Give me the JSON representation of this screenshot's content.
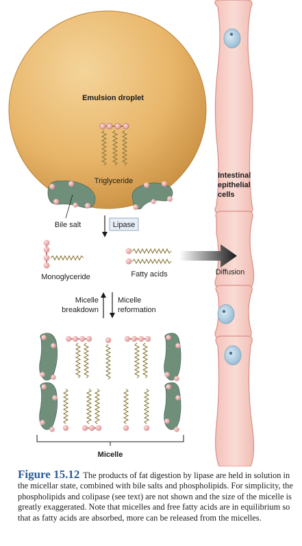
{
  "labels": {
    "emulsion_droplet": "Emulsion droplet",
    "triglyceride": "Triglyceride",
    "bile_salt": "Bile salt",
    "lipase": "Lipase",
    "monoglyceride": "Monoglyceride",
    "fatty_acids": "Fatty acids",
    "diffusion": "Diffusion",
    "cells_line1": "Intestinal",
    "cells_line2": "epithelial",
    "cells_line3": "cells",
    "micelle_breakdown_1": "Micelle",
    "micelle_breakdown_2": "breakdown",
    "micelle_reformation_1": "Micelle",
    "micelle_reformation_2": "reformation",
    "micelle": "Micelle"
  },
  "caption": {
    "figure_label": "Figure 15.12",
    "text": "The products of fat digestion by lipase are held in solution in the micellar state, combined with bile salts and phospholipids. For simplicity, the phospholipids and colipase (see text) are not shown and the size of the micelle is greatly exaggerated. Note that micelles and free fatty acids are in equilibrium so that as fatty acids are absorbed, more can be released from the micelles."
  },
  "colors": {
    "droplet": "#e8b66a",
    "cell_fill": "#f7d3cc",
    "cell_stroke": "#d88f86",
    "nucleus": "#a8c8de",
    "bile_salt": "#6f8f7a",
    "head": "#e3a2a0",
    "chain": "#8a7a3e",
    "lipase_box": "#e8eef6",
    "caption_accent": "#2a5b97"
  }
}
